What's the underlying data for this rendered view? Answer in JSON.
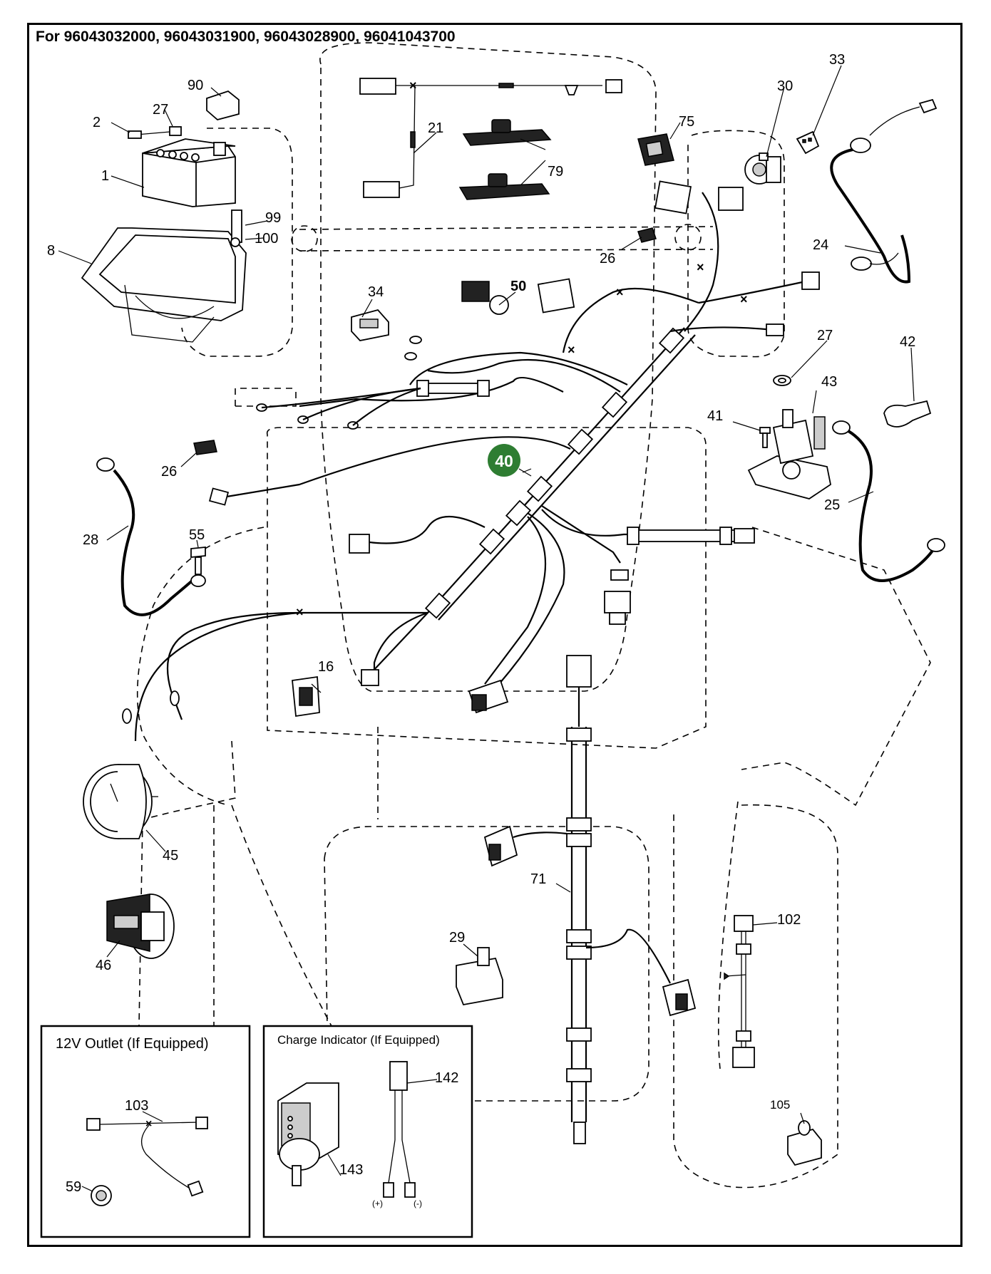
{
  "title": "For 96043032000, 96043031900, 96043028900, 96041043700",
  "highlight_color": "#2e7d32",
  "callouts": {
    "c1": "1",
    "c2": "2",
    "c8": "8",
    "c16": "16",
    "c21": "21",
    "c24": "24",
    "c25": "25",
    "c26a": "26",
    "c26b": "26",
    "c27a": "27",
    "c27b": "27",
    "c28": "28",
    "c29": "29",
    "c30": "30",
    "c33": "33",
    "c34": "34",
    "c40": "40",
    "c41": "41",
    "c42": "42",
    "c43": "43",
    "c45": "45",
    "c46": "46",
    "c50": "50",
    "c55": "55",
    "c59": "59",
    "c71": "71",
    "c75": "75",
    "c79": "79",
    "c90": "90",
    "c99": "99",
    "c100": "100",
    "c102": "102",
    "c103": "103",
    "c105": "105",
    "c142": "142",
    "c143": "143"
  },
  "insets": {
    "outlet_title": "12V Outlet (If Equipped)",
    "charge_title": "Charge Indicator (If Equipped)",
    "plus_label": "(+)",
    "minus_label": "(-)"
  },
  "icons": [
    "battery-icon",
    "battery-tray-icon",
    "ignition-switch-icon",
    "hour-meter-icon",
    "ammeter-gauge-icon",
    "starter-solenoid-icon",
    "fuse-icon",
    "relay-icon",
    "rocker-switch-icon",
    "power-outlet-icon",
    "charge-indicator-icon"
  ]
}
